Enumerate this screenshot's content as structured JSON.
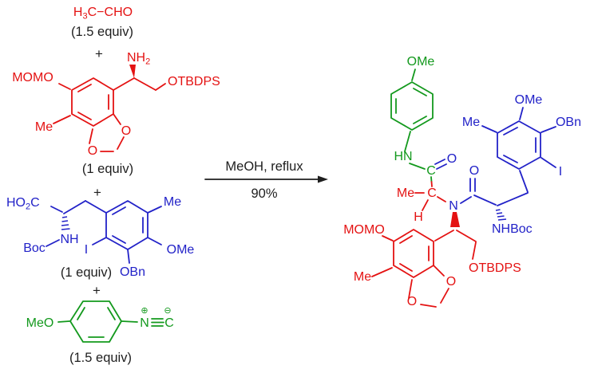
{
  "colors": {
    "red": "#e41212",
    "blue": "#2222c8",
    "green": "#13991d",
    "black": "#1e1e1e"
  },
  "scheme": {
    "aldehyde": {
      "part1": "H",
      "sub": "3",
      "part2": "C−CHO",
      "equiv": "(1.5 equiv)"
    },
    "plus": "+",
    "amine": {
      "momo": "MOMO",
      "nh": "NH",
      "nh_sub": "2",
      "otbdps": "OTBDPS",
      "me": "Me",
      "o_top": "O",
      "o_bottom": "O",
      "equiv": "(1 equiv)"
    },
    "acid": {
      "ho": "HO",
      "sub": "2",
      "c": "C",
      "boc": "Boc",
      "nh": "NH",
      "iodo": "I",
      "me": "Me",
      "ome": "OMe",
      "obn": "OBn",
      "equiv": "(1 equiv)"
    },
    "isocyanide": {
      "meo": "MeO",
      "n": "N",
      "c": "C",
      "plus_charge": "⊕",
      "minus_charge": "⊖",
      "equiv": "(1.5 equiv)"
    },
    "conditions": {
      "line1": "MeOH, reflux",
      "line2": "90%"
    },
    "product": {
      "anisidine": {
        "ome": "OMe",
        "hn": "HN",
        "c": "C"
      },
      "amide1_o": "O",
      "core": {
        "me": "Me",
        "c": "C",
        "h": "H",
        "n": "N"
      },
      "amide2_o": "O",
      "tyrosine": {
        "nhboc": "NHBoc",
        "ome": "OMe",
        "me": "Me",
        "obn": "OBn",
        "iodo": "I"
      },
      "aminol": {
        "momo": "MOMO",
        "me": "Me",
        "o_top": "O",
        "o_bottom": "O",
        "otbdps": "OTBDPS"
      }
    }
  }
}
